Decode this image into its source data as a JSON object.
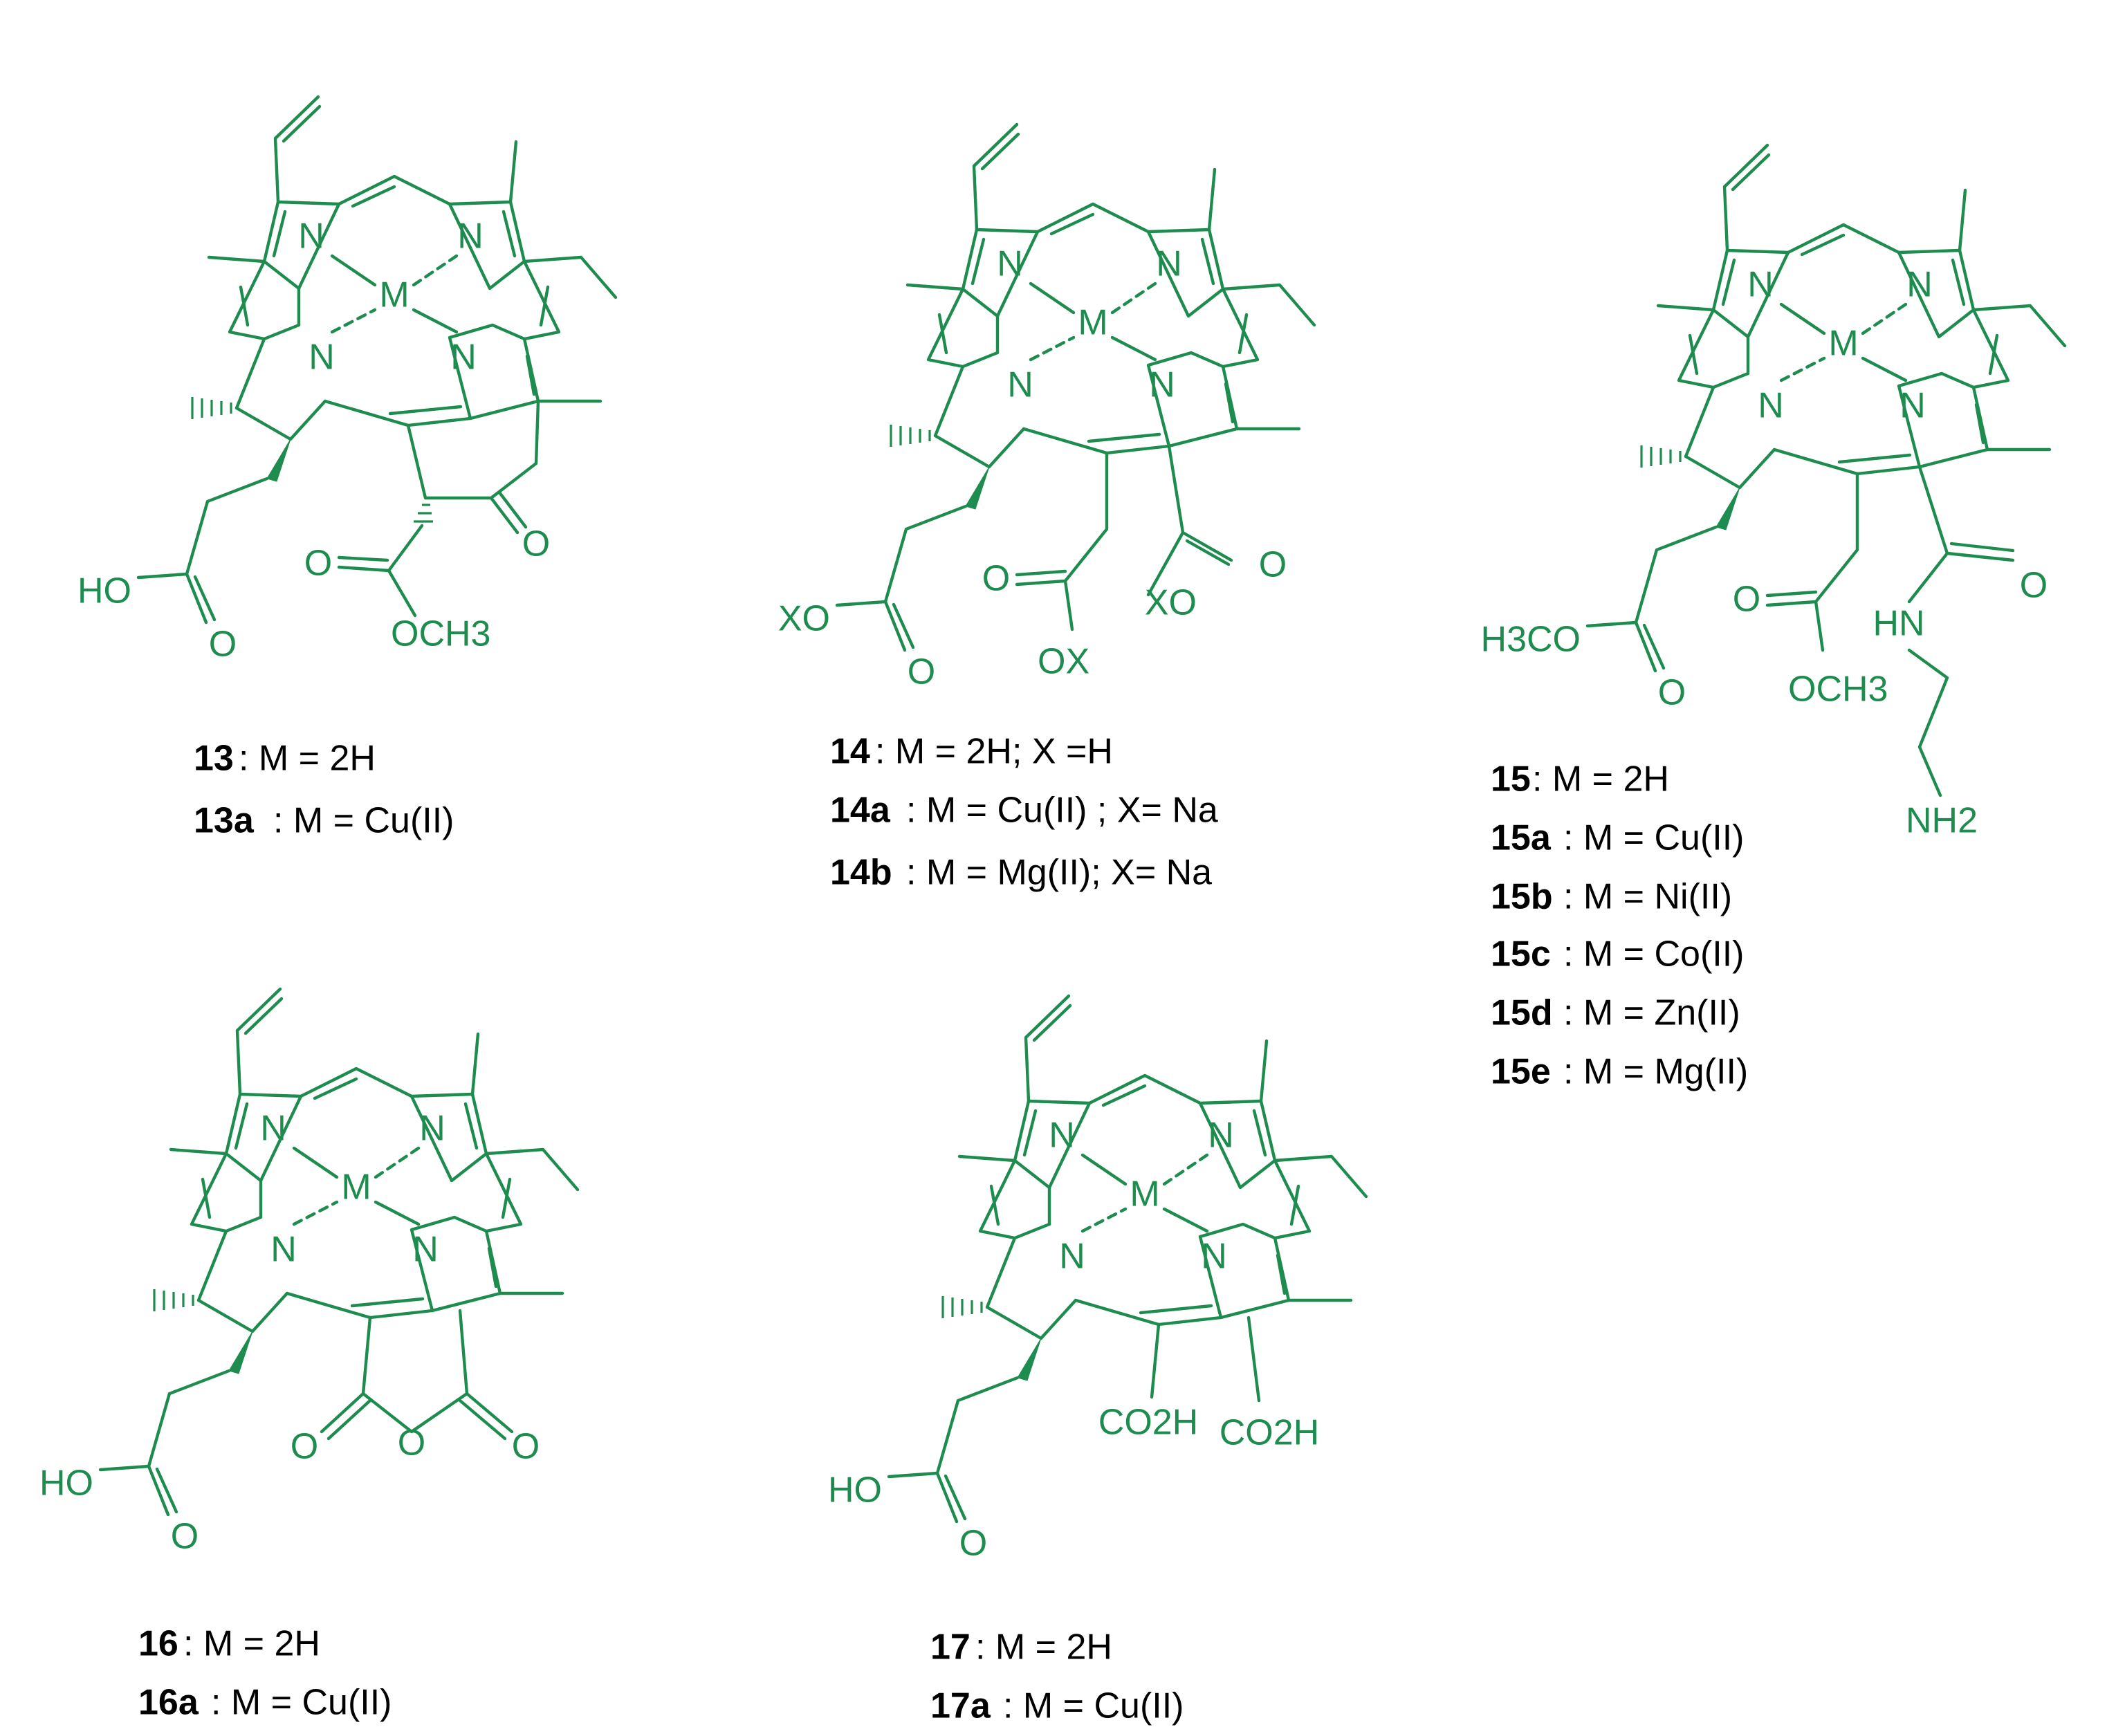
{
  "atoms": {
    "n": "N",
    "metal": "M",
    "carbonyl_o": "O",
    "ester_o": "O"
  },
  "compound13": {
    "hooc": "HO",
    "och3": "OCH3",
    "labels": [
      {
        "id": "13",
        "text": ":   M = 2H"
      },
      {
        "id": "13a",
        "text": " : M = Cu(II)"
      }
    ]
  },
  "compound14": {
    "xo_left": "XO",
    "ox": "OX",
    "xo_right": "XO",
    "labels": [
      {
        "id": "14",
        "text": ":   M = 2H; X =H"
      },
      {
        "id": "14a",
        "text": " : M = Cu(II) ; X= Na"
      },
      {
        "id": "14b",
        "text": " : M = Mg(II); X= Na"
      }
    ]
  },
  "compound15": {
    "h3co": "H3CO",
    "och3": "OCH3",
    "hn": "HN",
    "nh2": "NH2",
    "labels": [
      {
        "id": "15",
        "text": ":   M = 2H"
      },
      {
        "id": "15a",
        "text": " : M = Cu(II)"
      },
      {
        "id": "15b",
        "text": " : M = Ni(II)"
      },
      {
        "id": "15c",
        "text": " : M = Co(II)"
      },
      {
        "id": "15d",
        "text": " : M = Zn(II)"
      },
      {
        "id": "15e",
        "text": " : M = Mg(II)"
      }
    ]
  },
  "compound16": {
    "hooc": "HO",
    "labels": [
      {
        "id": "16",
        "text": " :  M = 2H"
      },
      {
        "id": "16a",
        "text": ": M = Cu(II)"
      }
    ]
  },
  "compound17": {
    "hooc": "HO",
    "co2h_left": "CO2H",
    "co2h_right": "CO2H",
    "labels": [
      {
        "id": "17",
        "text": ":    M = 2H"
      },
      {
        "id": "17a",
        "text": " : M = Cu(II)"
      }
    ]
  },
  "colors": {
    "structure": "#1E8C4E",
    "caption": "#000000"
  }
}
